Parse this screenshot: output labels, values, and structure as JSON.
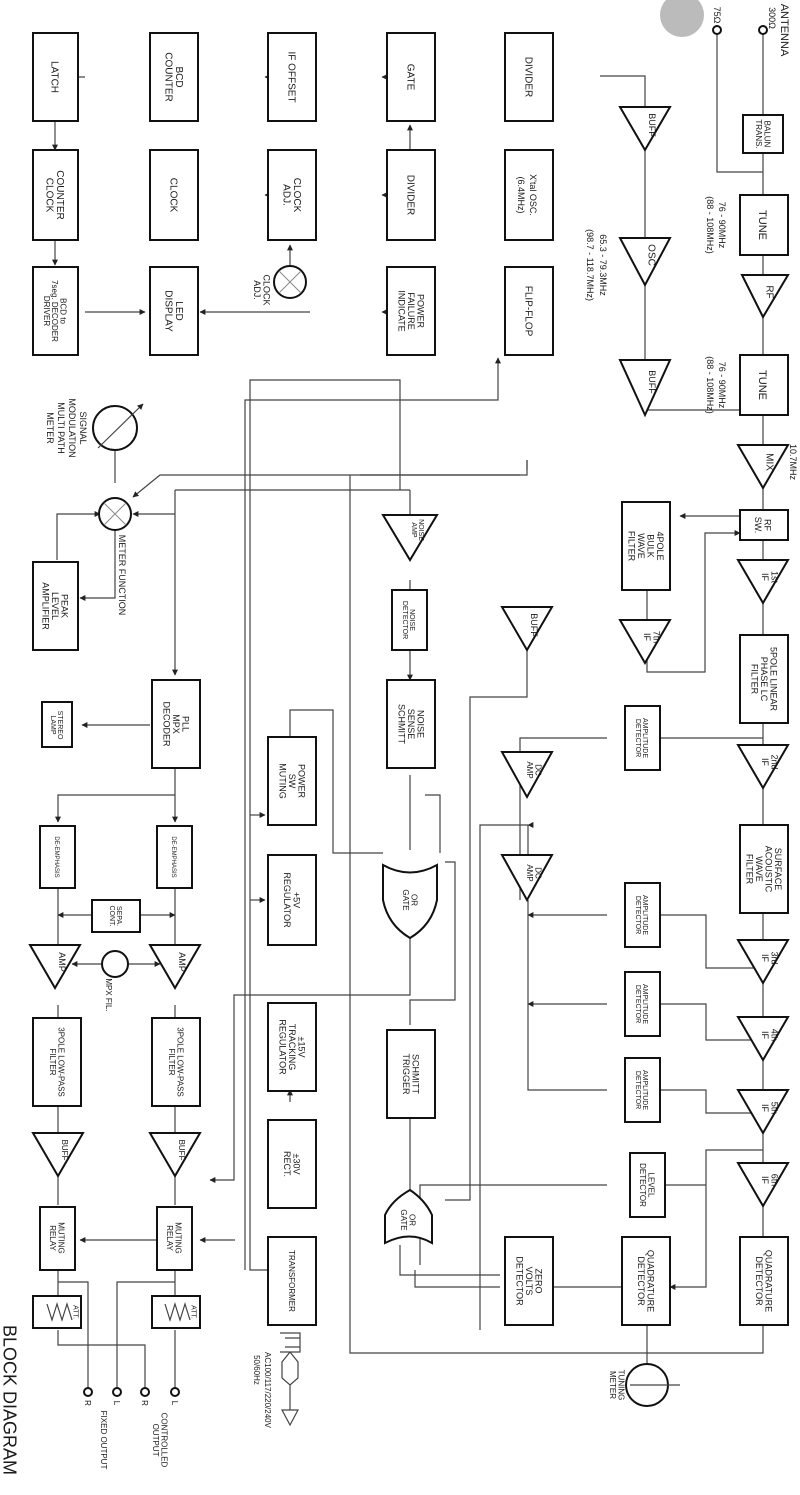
{
  "title": "BLOCK DIAGRAM",
  "text_orientation": "rotated 90 degrees clockwise",
  "antenna": {
    "label": "ANTENNA",
    "impedance_300": "300Ω",
    "impedance_75": "75Ω"
  },
  "rf_section": {
    "balun": "BALUN TRANS.",
    "tune1": "TUNE",
    "tune1_freq": "76 - 90MHz",
    "tune1_freq_alt": "(88 - 108MHz)",
    "rf_amp": "RF",
    "tune2": "TUNE",
    "tune2_freq": "76 - 90MHz",
    "tune2_freq_alt": "(88 - 108MHz)",
    "mix": "MIX",
    "if_freq": "10.7MHz",
    "osc": "OSC",
    "osc_freq": "65.3 - 79.3MHz",
    "osc_freq_alt": "(98.7 - 118.7MHz)",
    "buff_a": "BUFF",
    "buff_b": "BUFF"
  },
  "if_section": {
    "rf_sw": "RF SW.",
    "bulk_filter": "4POLE BULK WAVE FILTER",
    "if7": "7th IF",
    "if1": "1st IF",
    "lc_filter": "5POLE LINEAR PHASE LC FILTER",
    "if2": "2nd IF",
    "saw_filter": "SURFACE ACOUSTIC WAVE FILTER",
    "if3": "3rd IF",
    "if4": "4th IF",
    "if5": "5th IF",
    "if6": "6th IF",
    "amp_det": "AMPLITUDE DETECTOR",
    "level_det": "LEVEL DETECTOR",
    "quad_det": "QUADRATURE DETECTOR",
    "zero_volts": "ZERO VOLTS DETECTOR",
    "tuning_meter": "TUNING METER",
    "dc_amp": "DC AMP",
    "buff": "BUFF"
  },
  "counter_section": {
    "divider1": "DIVIDER",
    "gate": "GATE",
    "if_offset": "IF OFFSET",
    "bcd_counter": "BCD COUNTER",
    "latch": "LATCH",
    "xtal": "X'tal OSC.",
    "xtal_freq": "(6.4MHz)",
    "divider2": "DIVIDER",
    "clock_adj": "CLOCK ADJ.",
    "clock": "CLOCK",
    "counter_clock": "COUNTER CLOCK",
    "flip_flop": "FLIP-FLOP",
    "power_failure": "POWER FAILURE INDICATE",
    "led_display": "LED DISPLAY",
    "bcd_decoder": "BCD to 7seg. DECODER DRIVER",
    "clock_adj_knob": "CLOCK ADJ."
  },
  "control_section": {
    "noise_amp": "NOISE AMP",
    "noise_det": "NOISE DETECTOR",
    "noise_schmitt": "NOISE SENSE SCHMITT",
    "or_gate": "OR GATE",
    "schmitt_trigger": "SCHMITT TRIGGER",
    "power_sw_muting": "POWER SW MUTING",
    "reg5": "+5V REGULATOR",
    "reg15": "±15V TRACKING REGULATOR",
    "rect30": "±30V RECT.",
    "transformer": "TRANSFORMER",
    "ac_input": "AC100/117/220/240V",
    "ac_freq": "50/60Hz"
  },
  "meter_section": {
    "meter_label_1": "SIGNAL",
    "meter_label_2": "MODULATION",
    "meter_label_3": "MULTI PATH",
    "meter_label_4": "METER",
    "meter_function": "METER FUNCTION",
    "peak_level": "PEAK LEVEL AMPLIFIER"
  },
  "audio_section": {
    "pll_mpx": "PLL MPX DECODER",
    "stereo_lamp": "STEREO LAMP",
    "de_emphasis": "DE-EMPHASIS",
    "sepa_cont": "SEPA. CONT.",
    "amp": "AMP",
    "mpx_fil": "MPX FIL.",
    "lpf": "3POLE LOW-PASS FILTER",
    "buff": "BUFF",
    "muting_relay": "MUTING RELAY",
    "att": "ATT.",
    "out_l": "L",
    "out_r": "R",
    "controlled_output": "CONTROLLED OUTPUT",
    "fixed_output": "FIXED OUTPUT"
  }
}
